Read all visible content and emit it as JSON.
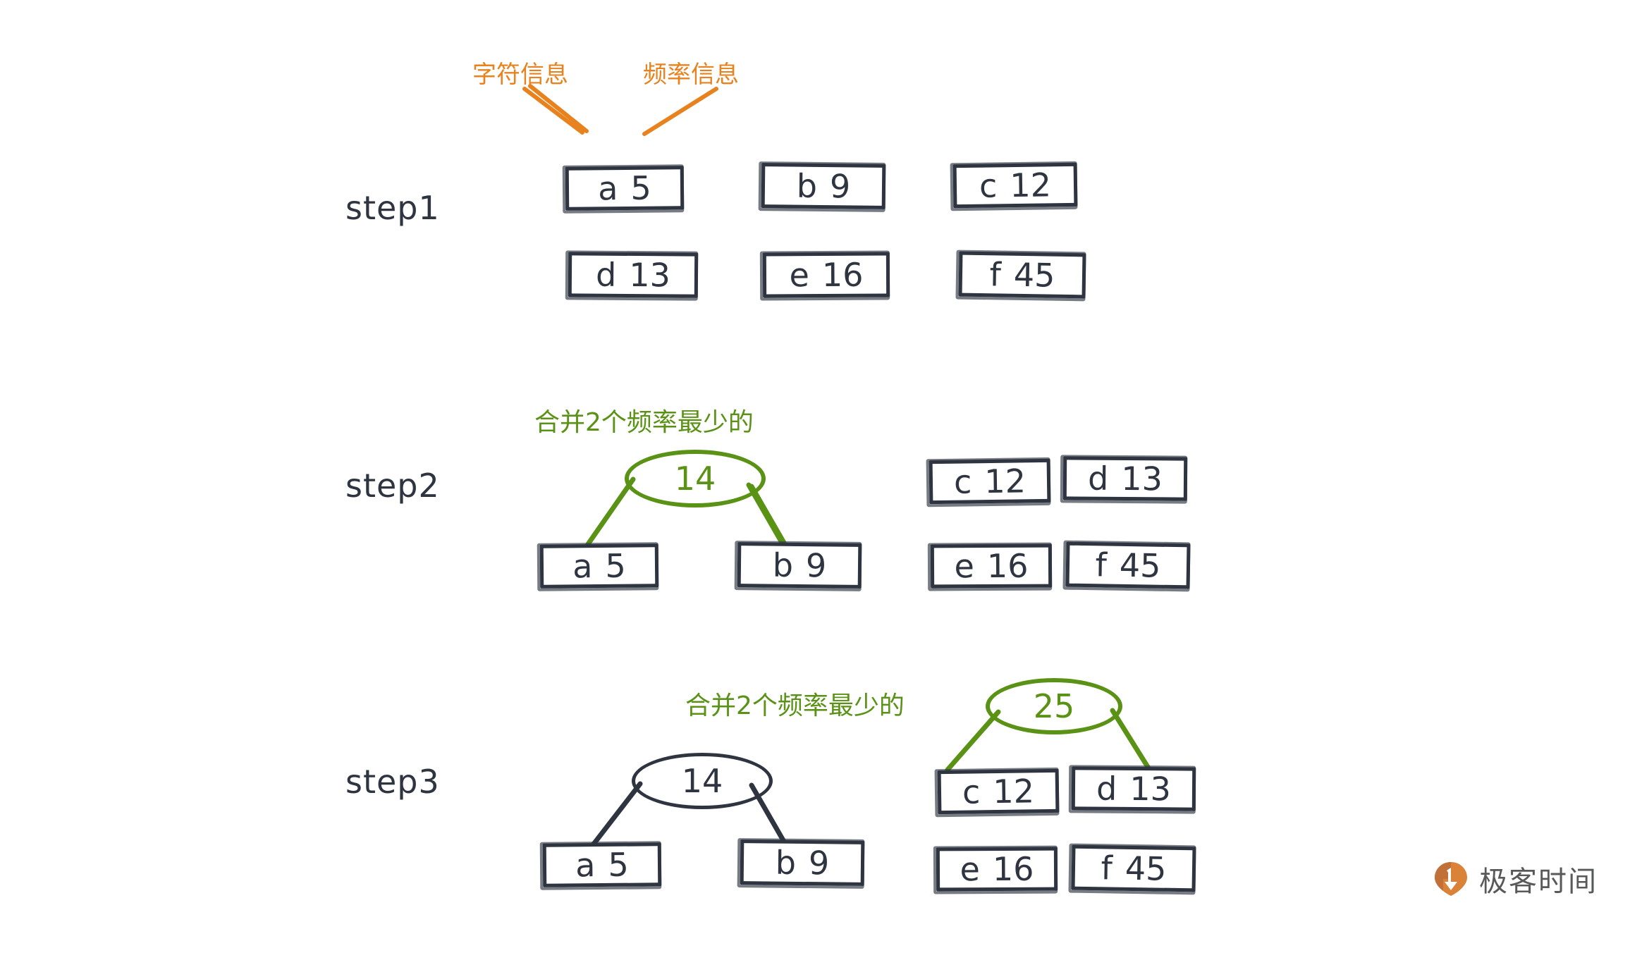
{
  "colors": {
    "ink": "#2e3440",
    "green": "#5a9216",
    "orange": "#e8821e",
    "logo_text": "#58595b",
    "background": "#ffffff"
  },
  "annotations": {
    "char_info_label": "字符信息",
    "freq_info_label": "频率信息",
    "merge_label_step2": "合并2个频率最少的",
    "merge_label_step3": "合并2个频率最少的"
  },
  "steps": [
    {
      "label": "step1",
      "nodes": [
        {
          "char": "a",
          "freq": "5"
        },
        {
          "char": "b",
          "freq": "9"
        },
        {
          "char": "c",
          "freq": "12"
        },
        {
          "char": "d",
          "freq": "13"
        },
        {
          "char": "e",
          "freq": "16"
        },
        {
          "char": "f",
          "freq": "45"
        }
      ]
    },
    {
      "label": "step2",
      "tree": {
        "root": "14",
        "root_color": "#5a9216",
        "children": [
          {
            "char": "a",
            "freq": "5"
          },
          {
            "char": "b",
            "freq": "9"
          }
        ]
      },
      "remaining": [
        {
          "char": "c",
          "freq": "12"
        },
        {
          "char": "d",
          "freq": "13"
        },
        {
          "char": "e",
          "freq": "16"
        },
        {
          "char": "f",
          "freq": "45"
        }
      ]
    },
    {
      "label": "step3",
      "tree_left": {
        "root": "14",
        "root_color": "#2e3440",
        "children": [
          {
            "char": "a",
            "freq": "5"
          },
          {
            "char": "b",
            "freq": "9"
          }
        ]
      },
      "tree_right": {
        "root": "25",
        "root_color": "#5a9216",
        "children": [
          {
            "char": "c",
            "freq": "12"
          },
          {
            "char": "d",
            "freq": "13"
          }
        ]
      },
      "remaining": [
        {
          "char": "e",
          "freq": "16"
        },
        {
          "char": "f",
          "freq": "45"
        }
      ]
    }
  ],
  "logo": {
    "text": "极客时间",
    "mark_name": "geektime-logo-icon"
  }
}
